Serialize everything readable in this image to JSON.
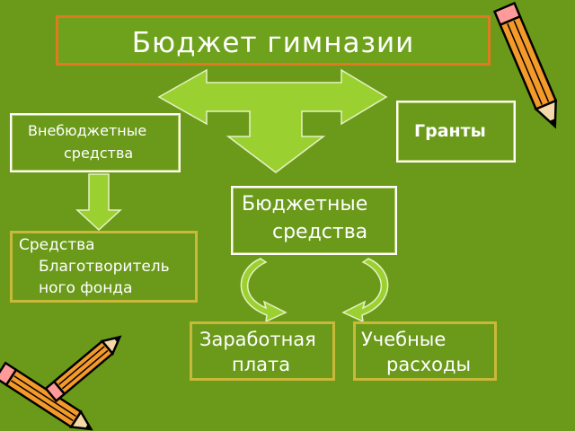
{
  "title": "Бюджет гимназии",
  "nodes": {
    "extra": {
      "line1": "Внебюджетные",
      "line2": "средства"
    },
    "grants": {
      "label": "Гранты"
    },
    "charity": {
      "line1": "Средства",
      "line2": "Благотворитель",
      "line3": "ного фонда"
    },
    "budget": {
      "line1": "Бюджетные",
      "line2": "средства"
    },
    "salary": {
      "line1": "Заработная",
      "line2": "плата"
    },
    "study": {
      "line1": "Учебные",
      "line2": "расходы"
    }
  },
  "colors": {
    "background": "#6b9a1a",
    "arrow_fill": "#9ad030",
    "box_border_white": "#ffffff",
    "box_border_yellow": "#c8b93a",
    "box_border_orange": "#e07a20",
    "pencil_body": "#f39a2a"
  },
  "icons": [
    "three-way-arrow-icon",
    "down-arrow-icon",
    "curved-arrow-left-icon",
    "curved-arrow-right-icon",
    "pencil-icon"
  ]
}
